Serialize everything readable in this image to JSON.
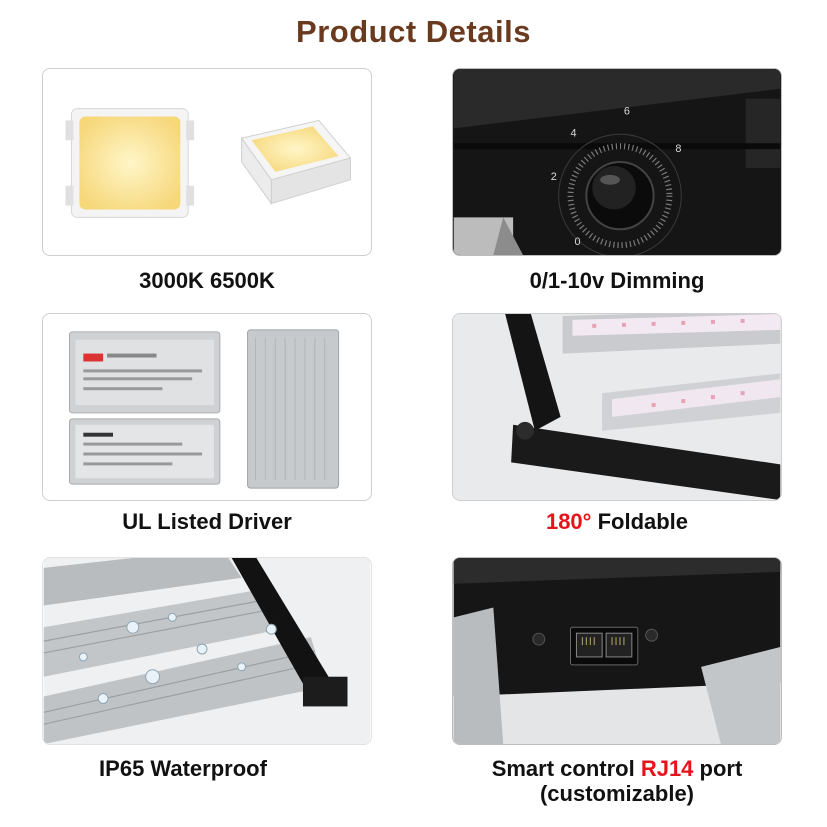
{
  "header": {
    "title": "Product Details"
  },
  "features": [
    {
      "caption": "3000K  6500K",
      "image": "led-chip-photo"
    },
    {
      "caption": "0/1-10v Dimming",
      "image": "dimmer-knob-photo",
      "dial_marks": [
        "0",
        "2",
        "4",
        "6",
        "8"
      ]
    },
    {
      "caption": "UL Listed Driver",
      "image": "driver-photo"
    },
    {
      "caption_highlight": "180°",
      "caption_rest": " Foldable",
      "image": "foldable-bar-photo"
    },
    {
      "caption": "IP65 Waterproof",
      "image": "waterproof-bar-photo"
    },
    {
      "caption_pre": "Smart control ",
      "caption_highlight": "RJ14",
      "caption_post": " port",
      "caption_line2": "(customizable)",
      "image": "rj14-port-photo"
    }
  ],
  "colors": {
    "title": "#6a3a1e",
    "highlight": "#e8121a"
  }
}
